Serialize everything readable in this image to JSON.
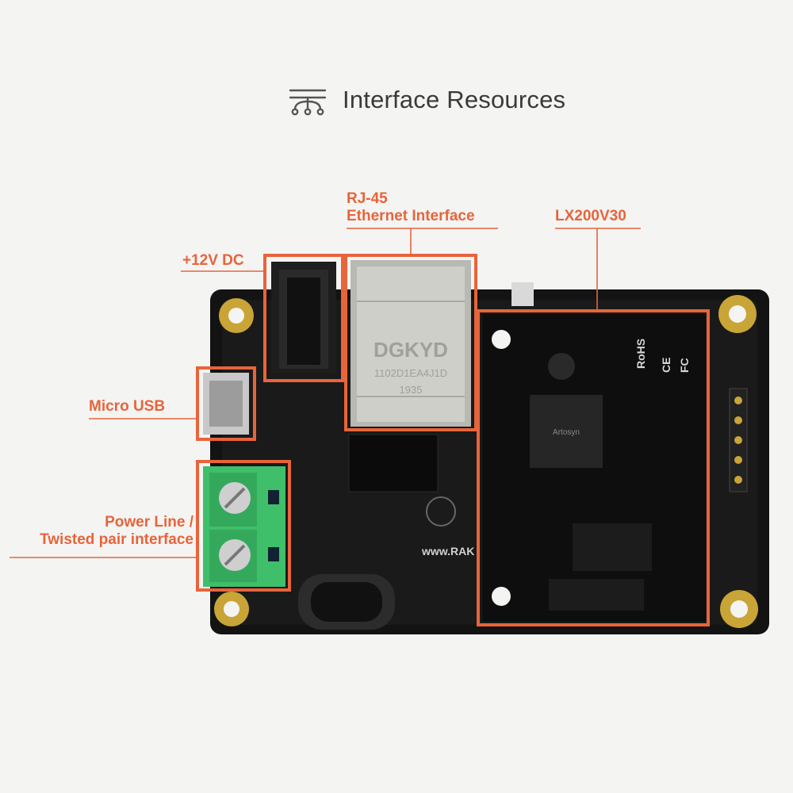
{
  "header": {
    "title": "Interface Resources",
    "icon": "network-tree-icon"
  },
  "colors": {
    "accent": "#e8643a",
    "background": "#f4f4f3",
    "pcb": "#121212",
    "terminal": "#3fbf6a",
    "title_text": "#3a3a3a"
  },
  "labels": {
    "rj45_line1": "RJ-45",
    "rj45_line2": "Ethernet Interface",
    "lx200": "LX200V30",
    "dc": "+12V DC",
    "usb": "Micro USB",
    "power_line1": "Power Line /",
    "power_line2": "Twisted pair interface"
  },
  "board_text": {
    "jack_brand": "DGKYD",
    "jack_line2": "1102D1EA4J1D",
    "jack_line3": "1935",
    "rohs": "RoHS",
    "ce": "CE",
    "fc": "FC",
    "url": "www.RAK",
    "chip": "Artosyn"
  }
}
